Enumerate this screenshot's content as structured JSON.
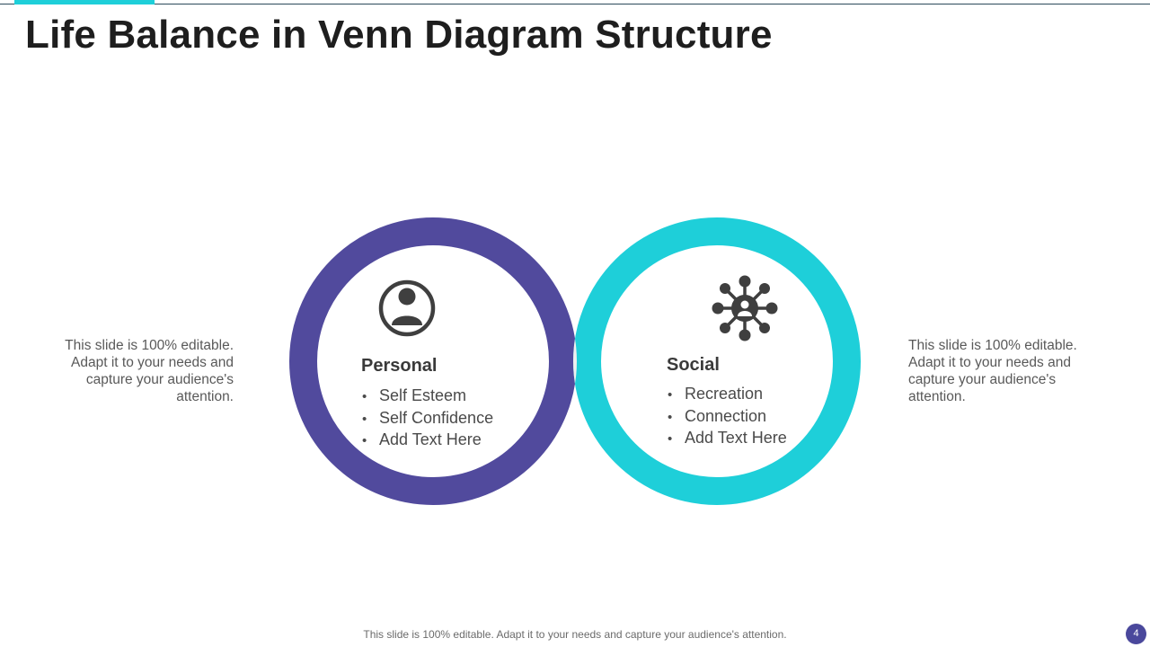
{
  "slide": {
    "title": "Life Balance in Venn Diagram Structure",
    "footer": "This slide is 100% editable. Adapt it to your needs and capture your audience's attention.",
    "page_number": "4"
  },
  "side_notes": {
    "left": "This slide is 100% editable. Adapt it to your needs and capture your audience's attention.",
    "right": "This slide is 100% editable. Adapt it to your needs and capture your audience's attention."
  },
  "venn": {
    "personal": {
      "title": "Personal",
      "icon": "user-icon",
      "color": "#514a9d",
      "items": [
        "Self Esteem",
        "Self Confidence",
        "Add Text Here"
      ]
    },
    "social": {
      "title": "Social",
      "icon": "network-icon",
      "color": "#1ecfd9",
      "items": [
        "Recreation",
        "Connection",
        "Add Text Here"
      ]
    },
    "overlap_color": "#f0f0f0"
  },
  "colors": {
    "accent": "#1ecfd9",
    "title": "#1e1e1e",
    "badge": "#4a489c"
  }
}
